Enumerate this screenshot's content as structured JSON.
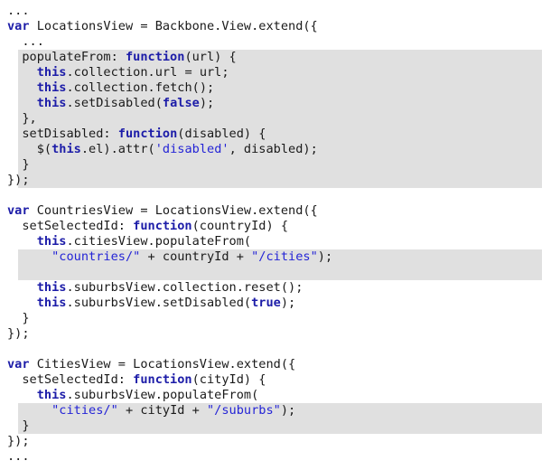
{
  "colors": {
    "background": "#ffffff",
    "highlight": "#e0e0e0",
    "keyword": "#1c1ca8",
    "string": "#2424d6",
    "text": "#1a1a1a"
  },
  "highlights": [
    {
      "from_line": 3,
      "to_line": 11,
      "indent": 2
    },
    {
      "from_line": 16,
      "to_line": 17,
      "indent": 2
    },
    {
      "from_line": 26,
      "to_line": 27,
      "indent": 2
    }
  ],
  "lines": [
    {
      "indent": 0,
      "tokens": [
        {
          "t": "...",
          "k": "id"
        }
      ]
    },
    {
      "indent": 0,
      "tokens": [
        {
          "t": "var",
          "k": "kw"
        },
        {
          "t": " LocationsView = Backbone.View.extend({",
          "k": "id"
        }
      ]
    },
    {
      "indent": 2,
      "tokens": [
        {
          "t": "...",
          "k": "id"
        }
      ]
    },
    {
      "indent": 2,
      "tokens": [
        {
          "t": "populateFrom: ",
          "k": "id"
        },
        {
          "t": "function",
          "k": "kw"
        },
        {
          "t": "(url) {",
          "k": "id"
        }
      ]
    },
    {
      "indent": 4,
      "tokens": [
        {
          "t": "this",
          "k": "kw"
        },
        {
          "t": ".collection.url = url;",
          "k": "id"
        }
      ]
    },
    {
      "indent": 4,
      "tokens": [
        {
          "t": "this",
          "k": "kw"
        },
        {
          "t": ".collection.fetch();",
          "k": "id"
        }
      ]
    },
    {
      "indent": 4,
      "tokens": [
        {
          "t": "this",
          "k": "kw"
        },
        {
          "t": ".setDisabled(",
          "k": "id"
        },
        {
          "t": "false",
          "k": "kw"
        },
        {
          "t": ");",
          "k": "id"
        }
      ]
    },
    {
      "indent": 2,
      "tokens": [
        {
          "t": "},",
          "k": "id"
        }
      ]
    },
    {
      "indent": 2,
      "tokens": [
        {
          "t": "setDisabled: ",
          "k": "id"
        },
        {
          "t": "function",
          "k": "kw"
        },
        {
          "t": "(disabled) {",
          "k": "id"
        }
      ]
    },
    {
      "indent": 4,
      "tokens": [
        {
          "t": "$(",
          "k": "id"
        },
        {
          "t": "this",
          "k": "kw"
        },
        {
          "t": ".el).attr(",
          "k": "id"
        },
        {
          "t": "'disabled'",
          "k": "str"
        },
        {
          "t": ", disabled);",
          "k": "id"
        }
      ]
    },
    {
      "indent": 2,
      "tokens": [
        {
          "t": "}",
          "k": "id"
        }
      ]
    },
    {
      "indent": 0,
      "tokens": [
        {
          "t": "});",
          "k": "id"
        }
      ]
    },
    {
      "indent": 0,
      "tokens": []
    },
    {
      "indent": 0,
      "tokens": [
        {
          "t": "var",
          "k": "kw"
        },
        {
          "t": " CountriesView = LocationsView.extend({",
          "k": "id"
        }
      ]
    },
    {
      "indent": 2,
      "tokens": [
        {
          "t": "setSelectedId: ",
          "k": "id"
        },
        {
          "t": "function",
          "k": "kw"
        },
        {
          "t": "(countryId) {",
          "k": "id"
        }
      ]
    },
    {
      "indent": 4,
      "tokens": [
        {
          "t": "this",
          "k": "kw"
        },
        {
          "t": ".citiesView.populateFrom(",
          "k": "id"
        }
      ]
    },
    {
      "indent": 6,
      "tokens": [
        {
          "t": "\"countries/\"",
          "k": "str"
        },
        {
          "t": " + countryId + ",
          "k": "id"
        },
        {
          "t": "\"/cities\"",
          "k": "str"
        },
        {
          "t": ");",
          "k": "id"
        }
      ]
    },
    {
      "indent": 0,
      "tokens": []
    },
    {
      "indent": 4,
      "tokens": [
        {
          "t": "this",
          "k": "kw"
        },
        {
          "t": ".suburbsView.collection.reset();",
          "k": "id"
        }
      ]
    },
    {
      "indent": 4,
      "tokens": [
        {
          "t": "this",
          "k": "kw"
        },
        {
          "t": ".suburbsView.setDisabled(",
          "k": "id"
        },
        {
          "t": "true",
          "k": "kw"
        },
        {
          "t": ");",
          "k": "id"
        }
      ]
    },
    {
      "indent": 2,
      "tokens": [
        {
          "t": "}",
          "k": "id"
        }
      ]
    },
    {
      "indent": 0,
      "tokens": [
        {
          "t": "});",
          "k": "id"
        }
      ]
    },
    {
      "indent": 0,
      "tokens": []
    },
    {
      "indent": 0,
      "tokens": [
        {
          "t": "var",
          "k": "kw"
        },
        {
          "t": " CitiesView = LocationsView.extend({",
          "k": "id"
        }
      ]
    },
    {
      "indent": 2,
      "tokens": [
        {
          "t": "setSelectedId: ",
          "k": "id"
        },
        {
          "t": "function",
          "k": "kw"
        },
        {
          "t": "(cityId) {",
          "k": "id"
        }
      ]
    },
    {
      "indent": 4,
      "tokens": [
        {
          "t": "this",
          "k": "kw"
        },
        {
          "t": ".suburbsView.populateFrom(",
          "k": "id"
        }
      ]
    },
    {
      "indent": 6,
      "tokens": [
        {
          "t": "\"cities/\"",
          "k": "str"
        },
        {
          "t": " + cityId + ",
          "k": "id"
        },
        {
          "t": "\"/suburbs\"",
          "k": "str"
        },
        {
          "t": ");",
          "k": "id"
        }
      ]
    },
    {
      "indent": 2,
      "tokens": [
        {
          "t": "}",
          "k": "id"
        }
      ]
    },
    {
      "indent": 0,
      "tokens": [
        {
          "t": "});",
          "k": "id"
        }
      ]
    },
    {
      "indent": 0,
      "tokens": [
        {
          "t": "...",
          "k": "id"
        }
      ]
    }
  ]
}
